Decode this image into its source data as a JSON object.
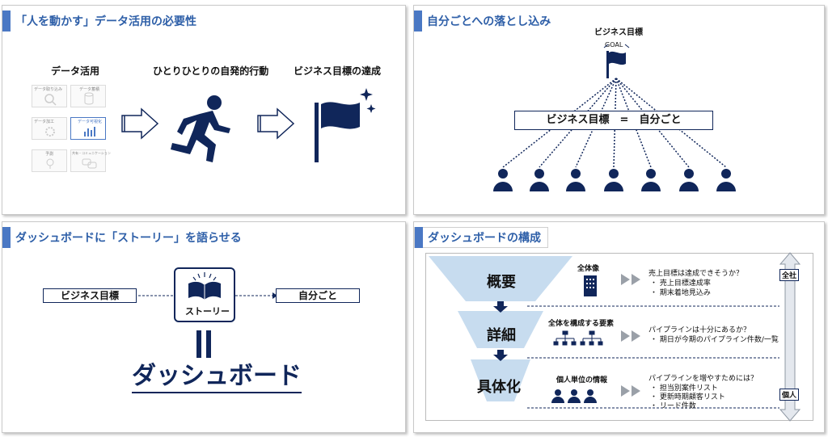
{
  "slide1": {
    "title": "「人を動かす」データ活用の必要性",
    "col1": "データ活用",
    "col2": "ひとりひとりの自発的行動",
    "col3": "ビジネス目標の達成",
    "grid": [
      "データ取り込み",
      "データ蓄積",
      "データ加工",
      "データ可視化",
      "予測",
      "共有・コミュニケーション"
    ]
  },
  "slide2": {
    "title": "自分ごとへの落とし込み",
    "top_label": "ビジネス目標",
    "goal": "GOAL",
    "equation": "ビジネス目標　=　自分ごと"
  },
  "slide3": {
    "title": "ダッシュボードに「ストーリー」を語らせる",
    "left_box": "ビジネス目標",
    "right_box": "自分ごと",
    "story": "ストーリー",
    "equals": "||",
    "dashboard": "ダッシュボード"
  },
  "slide4": {
    "title": "ダッシュボードの構成",
    "levels": [
      {
        "name": "概要",
        "category": "全体像",
        "question": "売上目標は達成できそうか？",
        "bullets": [
          "売上目標達成率",
          "期末着地見込み"
        ]
      },
      {
        "name": "詳細",
        "category": "全体を構成する要素",
        "question": "パイプラインは十分にあるか？",
        "bullets": [
          "期日が今期のパイプライン件数/一覧"
        ]
      },
      {
        "name": "具体化",
        "category": "個人単位の情報",
        "question": "パイプラインを増やすためには？",
        "bullets": [
          "担当別案件リスト",
          "更新時期顧客リスト",
          "リード件数"
        ]
      }
    ],
    "scale_top": "全社",
    "scale_bottom": "個人"
  },
  "colors": {
    "accent": "#4a78c4",
    "navy": "#10265a",
    "funnel": "#c7dcef"
  }
}
